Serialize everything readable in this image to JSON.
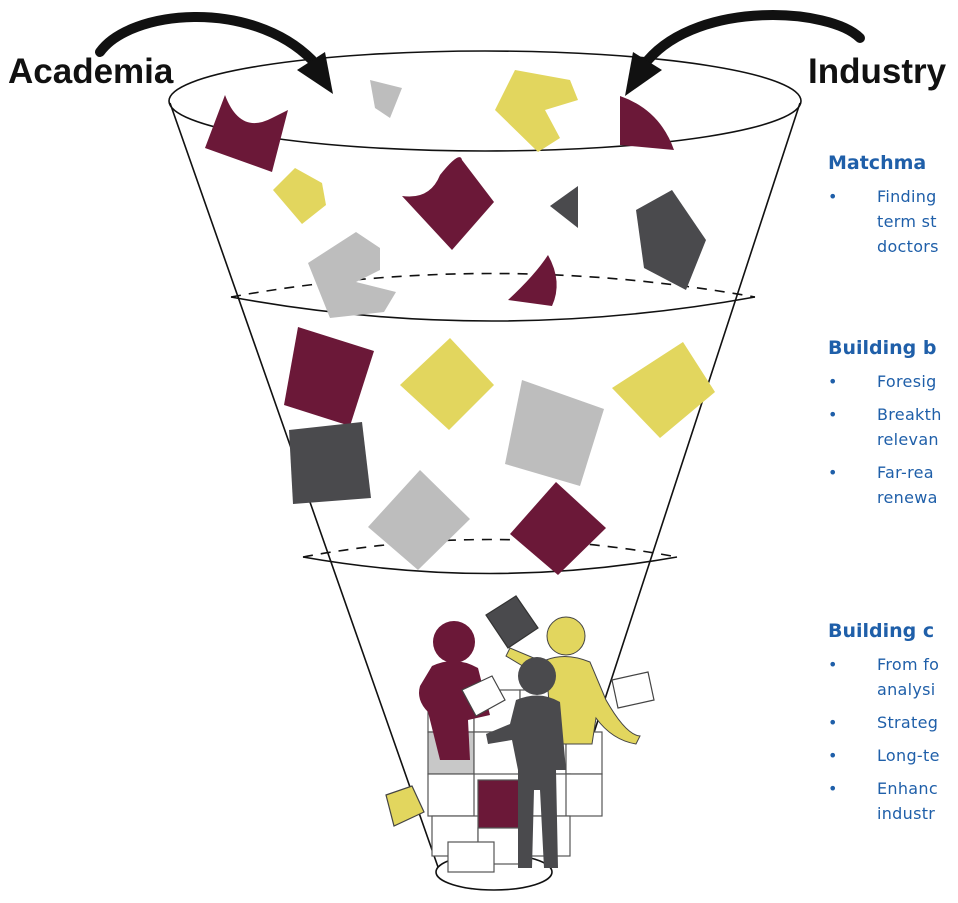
{
  "labels": {
    "left": "Academia",
    "right": "Industry"
  },
  "sections": [
    {
      "heading": "Matchma",
      "items": [
        "Finding",
        "term st",
        "doctors"
      ],
      "item_groups": [
        [
          "Finding",
          "term st",
          "doctors"
        ]
      ]
    },
    {
      "heading": "Building b",
      "item_groups": [
        [
          "Foresig"
        ],
        [
          "Breakth",
          "relevan"
        ],
        [
          "Far-rea",
          "renewa"
        ]
      ]
    },
    {
      "heading": "Building c",
      "item_groups": [
        [
          "From fo",
          "analysi"
        ],
        [
          "Strateg"
        ],
        [
          "Long-te"
        ],
        [
          "Enhanc",
          "industr"
        ]
      ]
    }
  ],
  "colors": {
    "maroon": "#6b1838",
    "yellow": "#e2d65e",
    "dark_gray": "#4a4a4d",
    "light_gray": "#bdbdbd",
    "accent_blue": "#1f5fa9"
  }
}
